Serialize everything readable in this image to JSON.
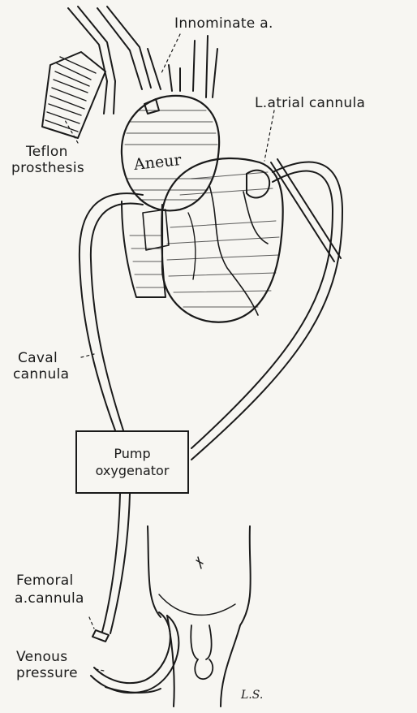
{
  "labels": {
    "innominate": "Innominate a.",
    "atrial_line1": "L.atrial cannula",
    "teflon_line1": "Teflon",
    "teflon_line2": "prosthesis",
    "aneurysm": "Aneur",
    "caval_line1": "Caval",
    "caval_line2": "cannula",
    "pump_line1": "Pump",
    "pump_line2": "oxygenator",
    "femoral_line1": "Femoral",
    "femoral_line2": "a.cannula",
    "venous_line1": "Venous",
    "venous_line2": "pressure",
    "signature": "L.S."
  },
  "colors": {
    "ink": "#1a1a1a",
    "paper": "#f7f6f2"
  }
}
